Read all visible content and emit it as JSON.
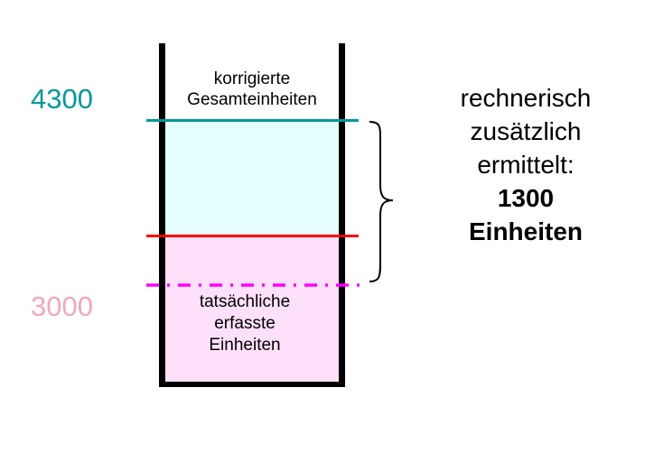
{
  "levels": {
    "top_value": "4300",
    "bottom_value": "3000"
  },
  "container": {
    "top_label_line1": "korrigierte",
    "top_label_line2": "Gesamteinheiten",
    "bottom_label_line1": "tatsächliche",
    "bottom_label_line2": "erfasste",
    "bottom_label_line3": "Einheiten"
  },
  "annotation": {
    "line1": "rechnerisch",
    "line2": "zusätzlich",
    "line3": "ermittelt:",
    "value": "1300",
    "unit": "Einheiten"
  },
  "colors": {
    "teal": "#009999",
    "pink_text": "#f0a8bc",
    "cyan_fill": "#e6ffff",
    "pink_fill": "#ffe0fa",
    "red": "#ff0000",
    "magenta": "#ff00ff"
  }
}
